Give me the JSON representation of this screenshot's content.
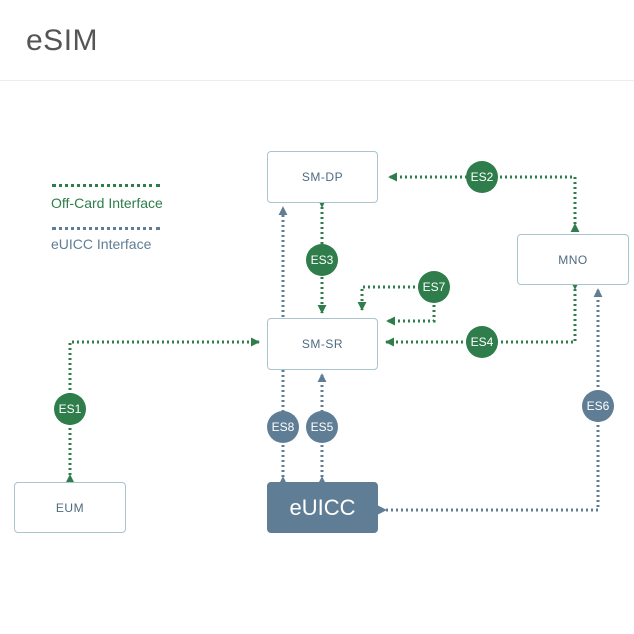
{
  "title": "eSIM",
  "legend": {
    "off_card": "Off-Card Interface",
    "euicc": "eUICC Interface"
  },
  "nodes": {
    "smdp": "SM-DP",
    "mno": "MNO",
    "smsr": "SM-SR",
    "eum": "EUM",
    "euicc": "eUICC"
  },
  "interfaces": {
    "es1": "ES1",
    "es2": "ES2",
    "es3": "ES3",
    "es4": "ES4",
    "es5": "ES5",
    "es6": "ES6",
    "es7": "ES7",
    "es8": "ES8"
  },
  "colors": {
    "off_card": "#2e7d4a",
    "euicc": "#5f7e95",
    "box_border": "#a9c4cf",
    "box_text": "#4f6b80"
  }
}
